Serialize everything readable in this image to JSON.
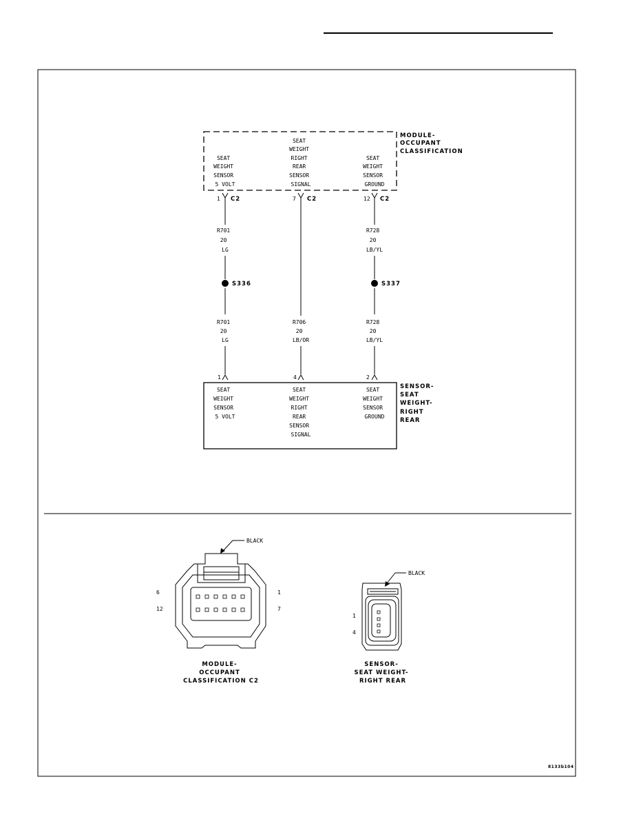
{
  "module_box": {
    "title_lines": [
      "MODULE-",
      "OCCUPANT",
      "CLASSIFICATION"
    ],
    "pins": [
      {
        "label_lines": [
          "SEAT",
          "WEIGHT",
          "SENSOR",
          "5 VOLT"
        ],
        "cavity": "1",
        "connector": "C2"
      },
      {
        "label_lines": [
          "SEAT",
          "WEIGHT",
          "RIGHT",
          "REAR",
          "SENSOR",
          "SIGNAL"
        ],
        "cavity": "7",
        "connector": "C2"
      },
      {
        "label_lines": [
          "SEAT",
          "WEIGHT",
          "SENSOR",
          "GROUND"
        ],
        "cavity": "12",
        "connector": "C2"
      }
    ]
  },
  "wires": [
    {
      "upper": {
        "circuit": "R701",
        "gauge": "20",
        "color": "LG"
      },
      "splice": "S336",
      "lower": {
        "circuit": "R701",
        "gauge": "20",
        "color": "LG"
      }
    },
    {
      "upper": null,
      "splice": null,
      "lower": {
        "circuit": "R706",
        "gauge": "20",
        "color": "LB/OR"
      }
    },
    {
      "upper": {
        "circuit": "R728",
        "gauge": "20",
        "color": "LB/YL"
      },
      "splice": "S337",
      "lower": {
        "circuit": "R728",
        "gauge": "20",
        "color": "LB/YL"
      }
    }
  ],
  "sensor_box": {
    "title_lines": [
      "SENSOR-",
      "SEAT",
      "WEIGHT-",
      "RIGHT",
      "REAR"
    ],
    "pins": [
      {
        "label_lines": [
          "SEAT",
          "WEIGHT",
          "SENSOR",
          "5 VOLT"
        ],
        "cavity": "1"
      },
      {
        "label_lines": [
          "SEAT",
          "WEIGHT",
          "RIGHT",
          "REAR",
          "SENSOR",
          "SIGNAL"
        ],
        "cavity": "4"
      },
      {
        "label_lines": [
          "SEAT",
          "WEIGHT",
          "SENSOR",
          "GROUND"
        ],
        "cavity": "2"
      }
    ]
  },
  "connector_views": [
    {
      "color_label": "BLACK",
      "pin_labels": {
        "top_left": "6",
        "bottom_left": "12",
        "top_right": "1",
        "bottom_right": "7"
      },
      "caption_lines": [
        "MODULE-",
        "OCCUPANT",
        "CLASSIFICATION C2"
      ]
    },
    {
      "color_label": "BLACK",
      "pin_labels": {
        "top": "1",
        "bottom": "4"
      },
      "caption_lines": [
        "SENSOR-",
        "SEAT WEIGHT-",
        "RIGHT REAR"
      ]
    }
  ],
  "figure_id": "8133b104"
}
